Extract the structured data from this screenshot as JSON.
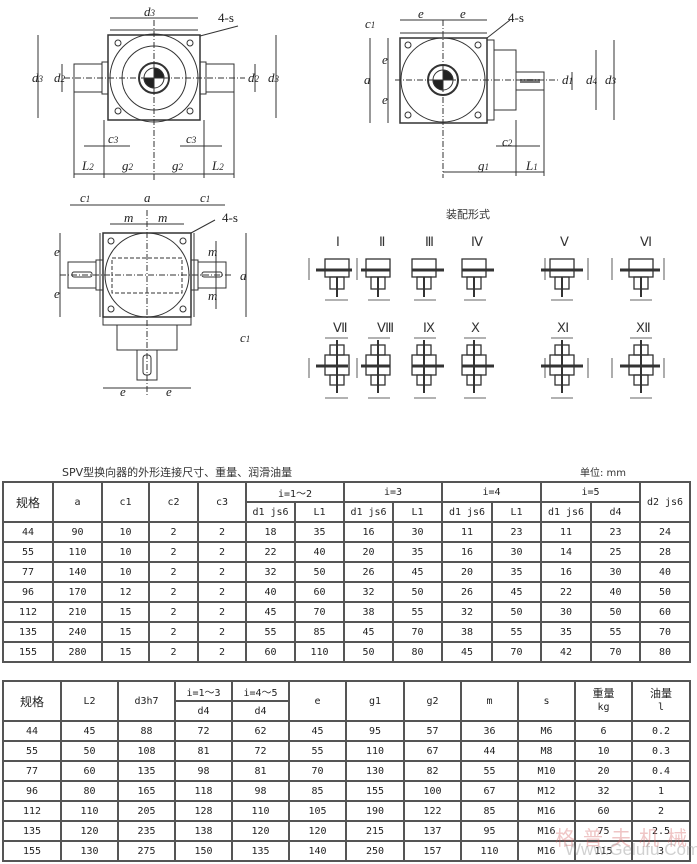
{
  "drawings": {
    "top_left": {
      "labels": [
        "d3",
        "4-s",
        "d3",
        "d2",
        "d2",
        "d3",
        "c3",
        "c3",
        "L2",
        "g2",
        "g2",
        "L2"
      ]
    },
    "top_right": {
      "labels": [
        "c1",
        "e",
        "e",
        "4-s",
        "a",
        "e",
        "e",
        "d1",
        "d4",
        "d3",
        "c2",
        "g1",
        "L1"
      ]
    },
    "bottom_left": {
      "labels": [
        "c1",
        "a",
        "c1",
        "m",
        "m",
        "4-s",
        "e",
        "e",
        "m",
        "m",
        "a",
        "c1",
        "e",
        "e"
      ]
    },
    "assembly": {
      "title": "装配形式",
      "row1": [
        "Ⅰ",
        "Ⅱ",
        "Ⅲ",
        "Ⅳ",
        "Ⅴ",
        "Ⅵ"
      ],
      "row2": [
        "Ⅶ",
        "Ⅷ",
        "Ⅸ",
        "Ⅹ",
        "Ⅺ",
        "Ⅻ"
      ]
    }
  },
  "table1": {
    "title": "SPV型换向器的外形连接尺寸、重量、润滑油量",
    "unit": "单位: mm",
    "headers": {
      "spec": "规格",
      "a": "a",
      "c1": "c1",
      "c2": "c2",
      "c3": "c3",
      "groups": [
        "i=1～2",
        "i=3",
        "i=4",
        "i=5"
      ],
      "sub": [
        "d1 js6",
        "L1",
        "d1 js6",
        "L1",
        "d1 js6",
        "L1",
        "d1 js6",
        "d4"
      ],
      "d2": "d2 js6"
    },
    "rows": [
      [
        "44",
        "90",
        "10",
        "2",
        "2",
        "18",
        "35",
        "16",
        "30",
        "11",
        "23",
        "11",
        "23",
        "24"
      ],
      [
        "55",
        "110",
        "10",
        "2",
        "2",
        "22",
        "40",
        "20",
        "35",
        "16",
        "30",
        "14",
        "25",
        "28"
      ],
      [
        "77",
        "140",
        "10",
        "2",
        "2",
        "32",
        "50",
        "26",
        "45",
        "20",
        "35",
        "16",
        "30",
        "40"
      ],
      [
        "96",
        "170",
        "12",
        "2",
        "2",
        "40",
        "60",
        "32",
        "50",
        "26",
        "45",
        "22",
        "40",
        "50"
      ],
      [
        "112",
        "210",
        "15",
        "2",
        "2",
        "45",
        "70",
        "38",
        "55",
        "32",
        "50",
        "30",
        "50",
        "60"
      ],
      [
        "135",
        "240",
        "15",
        "2",
        "2",
        "55",
        "85",
        "45",
        "70",
        "38",
        "55",
        "35",
        "55",
        "70"
      ],
      [
        "155",
        "280",
        "15",
        "2",
        "2",
        "60",
        "110",
        "50",
        "80",
        "45",
        "70",
        "42",
        "70",
        "80"
      ]
    ]
  },
  "table2": {
    "headers": {
      "spec": "规格",
      "L2": "L2",
      "d3": "d3h7",
      "g13": "i=1～3",
      "g45": "i=4～5",
      "d4a": "d4",
      "d4b": "d4",
      "e": "e",
      "g1": "g1",
      "g2": "g2",
      "m": "m",
      "s": "s",
      "weight": "重量",
      "weight_unit": "kg",
      "oil": "油量",
      "oil_unit": "l"
    },
    "rows": [
      [
        "44",
        "45",
        "88",
        "72",
        "62",
        "45",
        "95",
        "57",
        "36",
        "M6",
        "6",
        "0.2"
      ],
      [
        "55",
        "50",
        "108",
        "81",
        "72",
        "55",
        "110",
        "67",
        "44",
        "M8",
        "10",
        "0.3"
      ],
      [
        "77",
        "60",
        "135",
        "98",
        "81",
        "70",
        "130",
        "82",
        "55",
        "M10",
        "20",
        "0.4"
      ],
      [
        "96",
        "80",
        "165",
        "118",
        "98",
        "85",
        "155",
        "100",
        "67",
        "M12",
        "32",
        "1"
      ],
      [
        "112",
        "110",
        "205",
        "128",
        "110",
        "105",
        "190",
        "122",
        "85",
        "M16",
        "60",
        "2"
      ],
      [
        "135",
        "120",
        "235",
        "138",
        "120",
        "120",
        "215",
        "137",
        "95",
        "M16",
        "75",
        "2.5"
      ],
      [
        "155",
        "130",
        "275",
        "150",
        "135",
        "140",
        "250",
        "157",
        "110",
        "M16",
        "115",
        "3"
      ]
    ]
  },
  "watermark": {
    "cn": "格普夫机械",
    "url": "Www.Gelufu.Com"
  }
}
